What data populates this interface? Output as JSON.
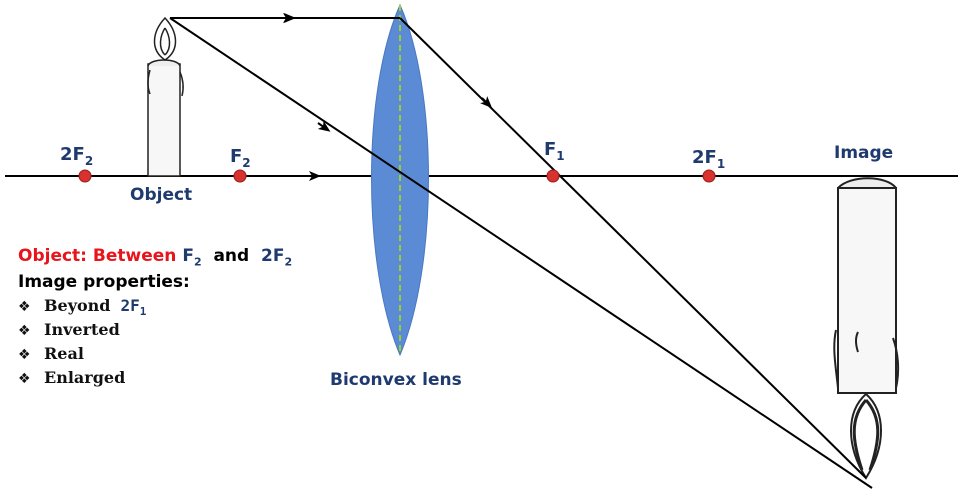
{
  "points": [
    {
      "id": "2f2",
      "main": "2F",
      "sub": "2"
    },
    {
      "id": "f2",
      "main": "F",
      "sub": "2"
    },
    {
      "id": "f1",
      "main": "F",
      "sub": "1"
    },
    {
      "id": "2f1",
      "main": "2F",
      "sub": "1"
    }
  ],
  "captions": {
    "object": "Object",
    "image": "Image",
    "lens": "Biconvex lens"
  },
  "notes": {
    "object_prefix": "Object: Between",
    "object_f": "F",
    "object_f_sub": "2",
    "object_and": "and",
    "object_2f": "2F",
    "object_2f_sub": "2",
    "heading": "Image properties:",
    "bullet_glyph": "❖",
    "beyond": "Beyond",
    "beyond_value": "2F",
    "beyond_value_sub": "1",
    "properties": [
      "Inverted",
      "Real",
      "Enlarged"
    ]
  },
  "colors": {
    "lens_fill": "#5b8bd4",
    "lens_axis": "#9acd32",
    "point_fill": "#d8322f",
    "label_blue": "#1f3a6e",
    "highlight_red": "#e8141b"
  }
}
